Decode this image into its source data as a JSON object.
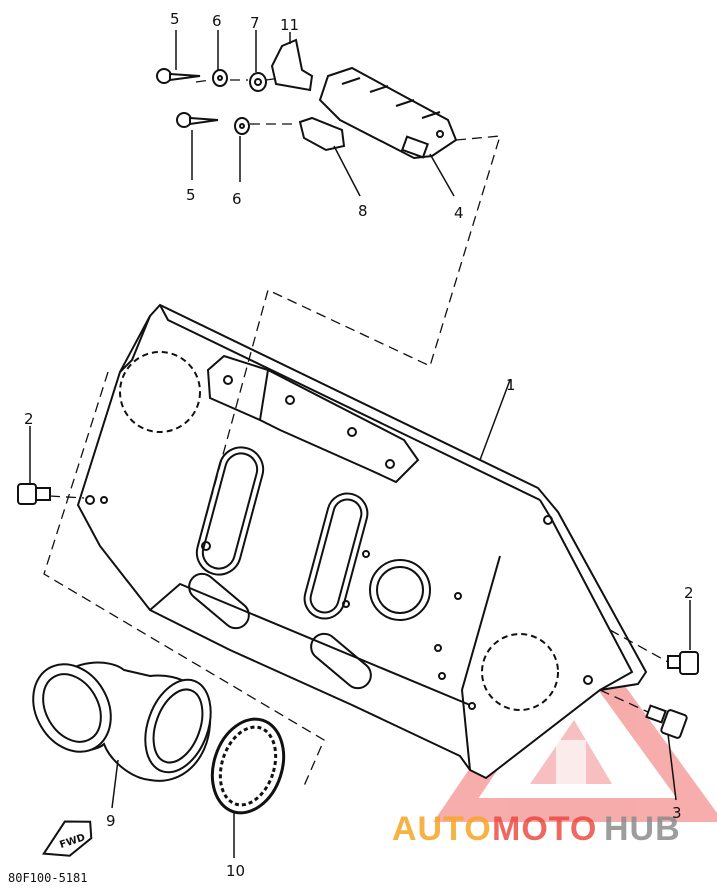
{
  "diagram": {
    "part_code": "80F100-5181",
    "fwd_label": "FWD",
    "callouts": [
      {
        "id": "c5a",
        "text": "5"
      },
      {
        "id": "c6a",
        "text": "6"
      },
      {
        "id": "c7",
        "text": "7"
      },
      {
        "id": "c11",
        "text": "11"
      },
      {
        "id": "c5b",
        "text": "5"
      },
      {
        "id": "c6b",
        "text": "6"
      },
      {
        "id": "c8",
        "text": "8"
      },
      {
        "id": "c4",
        "text": "4"
      },
      {
        "id": "c1",
        "text": "1"
      },
      {
        "id": "c2a",
        "text": "2"
      },
      {
        "id": "c2b",
        "text": "2"
      },
      {
        "id": "c3",
        "text": "3"
      },
      {
        "id": "c9",
        "text": "9"
      },
      {
        "id": "c10",
        "text": "10"
      }
    ]
  },
  "watermark": {
    "part1": "AUTO",
    "part2": "MOTO",
    "part3": "HUB",
    "colors": {
      "orange": "#f5a623",
      "red": "#e8433a",
      "gray": "#8c8c8c"
    }
  }
}
